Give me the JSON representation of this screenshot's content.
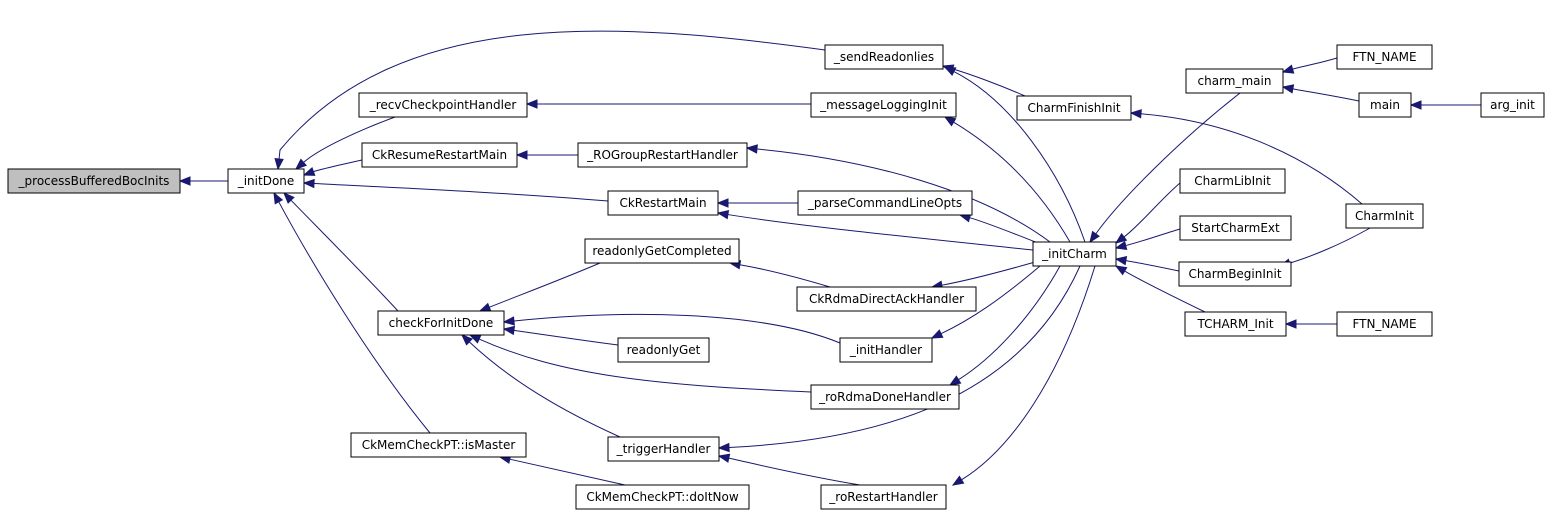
{
  "graph": {
    "edge_color": "#191970",
    "highlight_fill": "#bfbfbf",
    "nodes": [
      {
        "id": "processBufferedBocInits",
        "label": "_processBufferedBocInits",
        "highlight": true
      },
      {
        "id": "initDone",
        "label": "_initDone"
      },
      {
        "id": "sendReadonlies",
        "label": "_sendReadonlies"
      },
      {
        "id": "recvCheckpointHandler",
        "label": "_recvCheckpointHandler"
      },
      {
        "id": "messageLoggingInit",
        "label": "_messageLoggingInit"
      },
      {
        "id": "CkResumeRestartMain",
        "label": "CkResumeRestartMain"
      },
      {
        "id": "ROGroupRestartHandler",
        "label": "_ROGroupRestartHandler"
      },
      {
        "id": "CkRestartMain",
        "label": "CkRestartMain"
      },
      {
        "id": "parseCommandLineOpts",
        "label": "_parseCommandLineOpts"
      },
      {
        "id": "readonlyGetCompleted",
        "label": "readonlyGetCompleted"
      },
      {
        "id": "CkRdmaDirectAckHandler",
        "label": "CkRdmaDirectAckHandler"
      },
      {
        "id": "checkForInitDone",
        "label": "checkForInitDone"
      },
      {
        "id": "readonlyGet",
        "label": "readonlyGet"
      },
      {
        "id": "initHandler",
        "label": "_initHandler"
      },
      {
        "id": "roRdmaDoneHandler",
        "label": "_roRdmaDoneHandler"
      },
      {
        "id": "isMaster",
        "label": "CkMemCheckPT::isMaster"
      },
      {
        "id": "triggerHandler",
        "label": "_triggerHandler"
      },
      {
        "id": "doItNow",
        "label": "CkMemCheckPT::doItNow"
      },
      {
        "id": "roRestartHandler",
        "label": "_roRestartHandler"
      },
      {
        "id": "CharmFinishInit",
        "label": "CharmFinishInit"
      },
      {
        "id": "initCharm",
        "label": "_initCharm"
      },
      {
        "id": "charm_main",
        "label": "charm_main"
      },
      {
        "id": "FTN_NAME_1",
        "label": "FTN_NAME"
      },
      {
        "id": "main",
        "label": "main"
      },
      {
        "id": "arg_init",
        "label": "arg_init"
      },
      {
        "id": "CharmLibInit",
        "label": "CharmLibInit"
      },
      {
        "id": "StartCharmExt",
        "label": "StartCharmExt"
      },
      {
        "id": "CharmInit",
        "label": "CharmInit"
      },
      {
        "id": "CharmBeginInit",
        "label": "CharmBeginInit"
      },
      {
        "id": "TCHARM_Init",
        "label": "TCHARM_Init"
      },
      {
        "id": "FTN_NAME_2",
        "label": "FTN_NAME"
      }
    ],
    "edges": [
      {
        "from": "initDone",
        "to": "processBufferedBocInits"
      },
      {
        "from": "sendReadonlies",
        "to": "initDone"
      },
      {
        "from": "recvCheckpointHandler",
        "to": "initDone"
      },
      {
        "from": "CkResumeRestartMain",
        "to": "initDone"
      },
      {
        "from": "CkRestartMain",
        "to": "initDone"
      },
      {
        "from": "checkForInitDone",
        "to": "initDone"
      },
      {
        "from": "isMaster",
        "to": "initDone"
      },
      {
        "from": "CharmFinishInit",
        "to": "sendReadonlies"
      },
      {
        "from": "initCharm",
        "to": "sendReadonlies"
      },
      {
        "from": "messageLoggingInit",
        "to": "recvCheckpointHandler"
      },
      {
        "from": "initCharm",
        "to": "messageLoggingInit"
      },
      {
        "from": "ROGroupRestartHandler",
        "to": "CkResumeRestartMain"
      },
      {
        "from": "initCharm",
        "to": "ROGroupRestartHandler"
      },
      {
        "from": "parseCommandLineOpts",
        "to": "CkRestartMain"
      },
      {
        "from": "initCharm",
        "to": "CkRestartMain"
      },
      {
        "from": "initCharm",
        "to": "parseCommandLineOpts"
      },
      {
        "from": "readonlyGetCompleted",
        "to": "checkForInitDone"
      },
      {
        "from": "CkRdmaDirectAckHandler",
        "to": "readonlyGetCompleted"
      },
      {
        "from": "initCharm",
        "to": "CkRdmaDirectAckHandler"
      },
      {
        "from": "readonlyGet",
        "to": "checkForInitDone"
      },
      {
        "from": "initHandler",
        "to": "checkForInitDone"
      },
      {
        "from": "roRdmaDoneHandler",
        "to": "checkForInitDone"
      },
      {
        "from": "triggerHandler",
        "to": "checkForInitDone"
      },
      {
        "from": "initCharm",
        "to": "initHandler"
      },
      {
        "from": "initCharm",
        "to": "roRdmaDoneHandler"
      },
      {
        "from": "initCharm",
        "to": "triggerHandler"
      },
      {
        "from": "roRestartHandler",
        "to": "triggerHandler"
      },
      {
        "from": "initCharm",
        "to": "roRestartHandler"
      },
      {
        "from": "doItNow",
        "to": "isMaster"
      },
      {
        "from": "CharmInit",
        "to": "CharmFinishInit"
      },
      {
        "from": "charm_main",
        "to": "initCharm"
      },
      {
        "from": "CharmLibInit",
        "to": "initCharm"
      },
      {
        "from": "StartCharmExt",
        "to": "initCharm"
      },
      {
        "from": "CharmBeginInit",
        "to": "initCharm"
      },
      {
        "from": "TCHARM_Init",
        "to": "initCharm"
      },
      {
        "from": "FTN_NAME_1",
        "to": "charm_main"
      },
      {
        "from": "main",
        "to": "charm_main"
      },
      {
        "from": "arg_init",
        "to": "main"
      },
      {
        "from": "CharmInit",
        "to": "CharmBeginInit"
      },
      {
        "from": "FTN_NAME_2",
        "to": "TCHARM_Init"
      }
    ]
  }
}
